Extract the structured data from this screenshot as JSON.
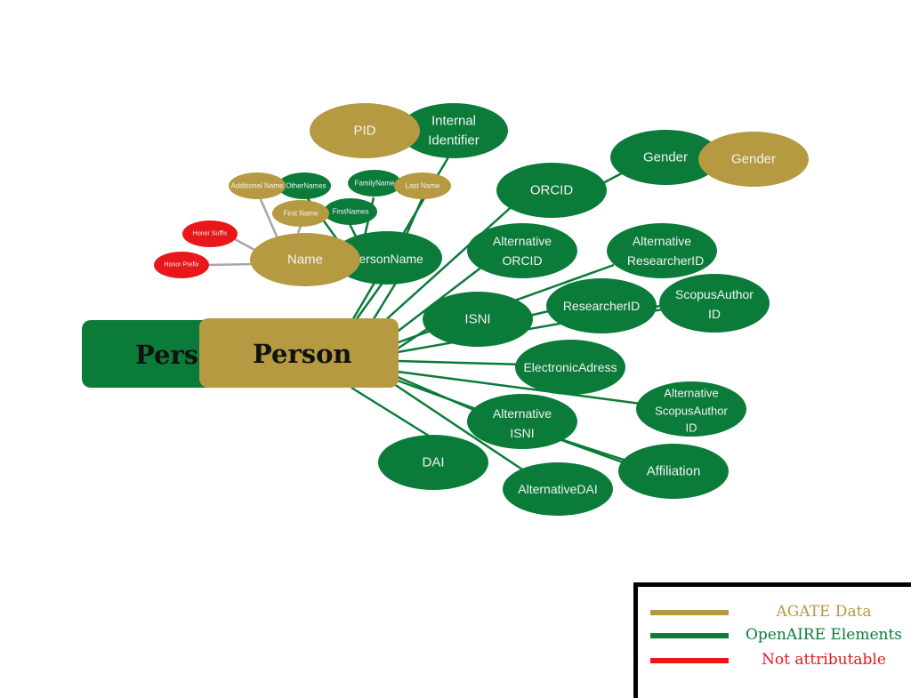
{
  "colors": {
    "green": "#0b7b3a",
    "gold": "#b59a42",
    "red": "#e8171b",
    "connector_gray": "#a6a6a6"
  },
  "person": {
    "openaire_label": "Person",
    "agate_label": "Person"
  },
  "nodes": {
    "pid": "PID",
    "internal_identifier": [
      "Internal",
      "Identifier"
    ],
    "orcid": "ORCID",
    "gender_openaire": "Gender",
    "gender_agate": "Gender",
    "alternative_orcid": [
      "Alternative",
      "ORCID"
    ],
    "alternative_researcherid": [
      "Alternative",
      "ResearcherID"
    ],
    "isni": "ISNI",
    "researcherid": "ResearcherID",
    "scopusauthorid": [
      "ScopusAuthor",
      "ID"
    ],
    "electronicadress": "ElectronicAdress",
    "alternative_scopusauthorid": [
      "Alternative",
      "ScopusAuthor",
      "ID"
    ],
    "alternative_isni": [
      "Alternative",
      "ISNI"
    ],
    "dai": "DAI",
    "alternativedai": "AlternativeDAI",
    "affiliation": "Affiliation",
    "personname": "PersonName",
    "name": "Name",
    "additional_name": "Additional Name",
    "othernames": "OtherNames",
    "familyname": "FamilyName",
    "last_name": "Last Name",
    "first_name": "First Name",
    "firstnames": "FirstNames",
    "honor_suffix": "Honor Suffix",
    "honor_prefix": "Honor Prefix"
  },
  "legend": {
    "items": [
      {
        "label": "AGATE Data",
        "color": "#b59a42"
      },
      {
        "label": "OpenAIRE Elements",
        "color": "#0b7b3a"
      },
      {
        "label": "Not attributable",
        "color": "#e8171b"
      }
    ]
  }
}
